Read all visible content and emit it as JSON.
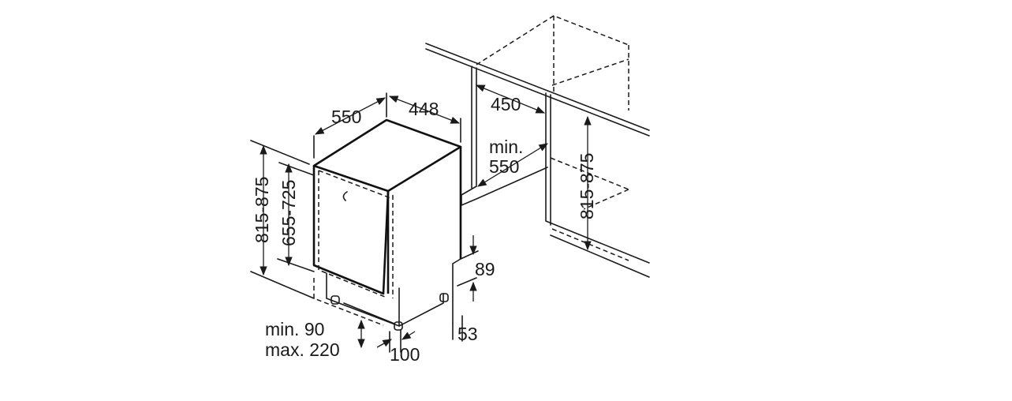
{
  "dimensions": {
    "unit_width": "448",
    "unit_depth": "550",
    "niche_width": "450",
    "niche_depth_line1": "min.",
    "niche_depth_line2": "550",
    "niche_height": "815-875",
    "height_range": "815-875",
    "appliance_height": "655-725",
    "plinth_height": "89",
    "foot_height": "53",
    "door_min_line": "min. 90",
    "door_max_line": "max. 220",
    "plinth_depth": "100"
  }
}
